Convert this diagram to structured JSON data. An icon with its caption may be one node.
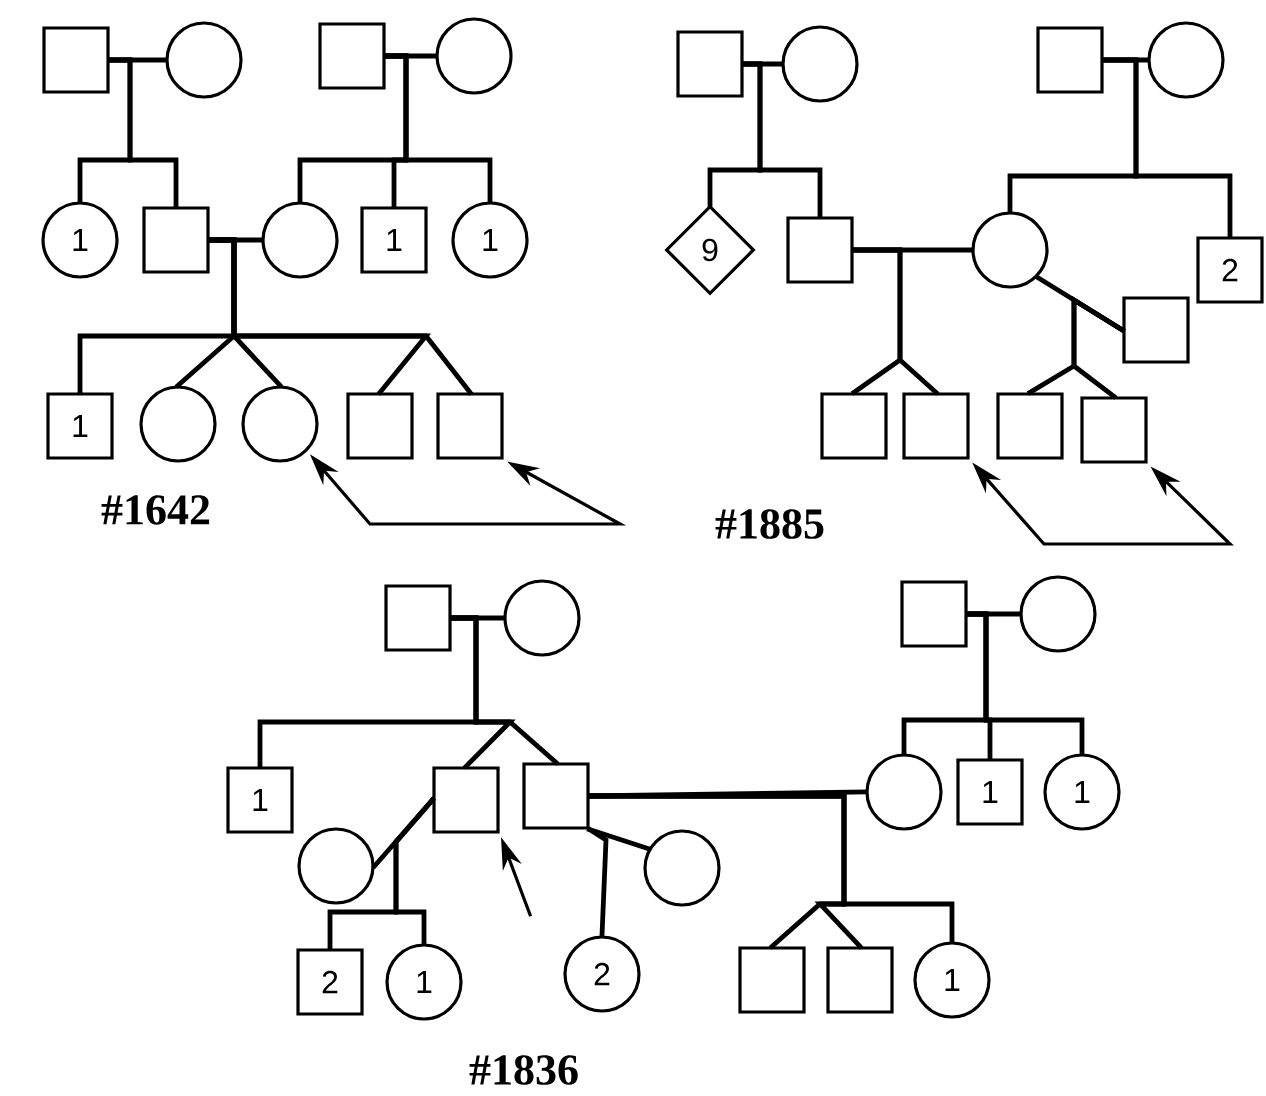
{
  "diagram": {
    "nodes": [
      {
        "text": [],
        "shape": "box"
      },
      {
        "text": [],
        "shape": "circle"
      },
      {
        "text": [],
        "shape": "box"
      },
      {
        "text": [],
        "shape": "circle"
      },
      {
        "text": [
          "1"
        ]
      },
      {
        "text": [],
        "shape": "box"
      },
      {
        "text": [],
        "shape": "circle"
      },
      {
        "text": [
          "1"
        ]
      },
      {
        "text": [
          "1"
        ]
      },
      {
        "text": [
          "1"
        ]
      },
      {
        "text": [],
        "shape": "circle"
      },
      {
        "text": [],
        "shape": "circle"
      },
      {
        "text": [],
        "shape": "box"
      },
      {
        "text": [],
        "shape": "box"
      },
      {
        "text": [],
        "shape": "box"
      },
      {
        "text": [],
        "shape": "circle"
      },
      {
        "text": [],
        "shape": "box"
      },
      {
        "text": [],
        "shape": "circle"
      },
      {
        "text": [
          "9"
        ]
      },
      {
        "text": [],
        "shape": "box"
      },
      {
        "text": [],
        "shape": "circle"
      },
      {
        "text": [
          "2"
        ]
      },
      {
        "text": [],
        "shape": "box"
      },
      {
        "text": [],
        "shape": "box"
      },
      {
        "text": [],
        "shape": "box"
      },
      {
        "text": [],
        "shape": "box"
      },
      {
        "text": [],
        "shape": "box"
      },
      {
        "text": [],
        "shape": "box"
      },
      {
        "text": [],
        "shape": "circle"
      },
      {
        "text": [],
        "shape": "box"
      },
      {
        "text": [],
        "shape": "circle"
      },
      {
        "text": [
          "1"
        ]
      },
      {
        "text": [],
        "shape": "box"
      },
      {
        "text": [],
        "shape": "box"
      },
      {
        "text": [],
        "shape": "circle"
      },
      {
        "text": [
          "1"
        ]
      },
      {
        "text": [
          "1"
        ]
      },
      {
        "text": [],
        "shape": "circle"
      },
      {
        "text": [],
        "shape": "circle"
      },
      {
        "text": [
          "2"
        ]
      },
      {
        "text": [
          "1"
        ]
      },
      {
        "text": [
          "2"
        ]
      },
      {
        "text": [],
        "shape": "box"
      },
      {
        "text": [],
        "shape": "box"
      },
      {
        "text": [
          "1"
        ]
      }
    ],
    "edges": [
      {
        "from": 0,
        "to": 1,
        "arrow": "none"
      },
      {
        "from": 0,
        "to": 4,
        "arrow": "none"
      },
      {
        "from": 0,
        "to": 5,
        "arrow": "none"
      },
      {
        "from": 2,
        "to": 3,
        "arrow": "none"
      },
      {
        "from": 2,
        "to": 6,
        "arrow": "none"
      },
      {
        "from": 2,
        "to": 7,
        "arrow": "none"
      },
      {
        "from": 2,
        "to": 8,
        "arrow": "none"
      },
      {
        "from": 5,
        "to": 6,
        "arrow": "none"
      },
      {
        "from": 5,
        "to": 9,
        "arrow": "none"
      },
      {
        "from": 5,
        "to": 10,
        "arrow": "none"
      },
      {
        "from": 5,
        "to": 11,
        "arrow": "none"
      },
      {
        "from": 5,
        "to": 12,
        "arrow": "none"
      },
      {
        "from": 5,
        "to": 13,
        "arrow": "none"
      },
      {
        "from": 11,
        "to": 13,
        "arrow": "both"
      },
      {
        "from": 14,
        "to": 15,
        "arrow": "none"
      },
      {
        "from": 14,
        "to": 18,
        "arrow": "none"
      },
      {
        "from": 14,
        "to": 19,
        "arrow": "none"
      },
      {
        "from": 16,
        "to": 17,
        "arrow": "none"
      },
      {
        "from": 16,
        "to": 20,
        "arrow": "none"
      },
      {
        "from": 16,
        "to": 21,
        "arrow": "none"
      },
      {
        "from": 19,
        "to": 20,
        "arrow": "none"
      },
      {
        "from": 19,
        "to": 23,
        "arrow": "none"
      },
      {
        "from": 19,
        "to": 24,
        "arrow": "none"
      },
      {
        "from": 20,
        "to": 22,
        "arrow": "none"
      },
      {
        "from": 22,
        "to": 25,
        "arrow": "none"
      },
      {
        "from": 22,
        "to": 26,
        "arrow": "none"
      },
      {
        "from": 24,
        "to": 26,
        "arrow": "both"
      },
      {
        "from": 27,
        "to": 28,
        "arrow": "none"
      },
      {
        "from": 27,
        "to": 31,
        "arrow": "none"
      },
      {
        "from": 27,
        "to": 32,
        "arrow": "none"
      },
      {
        "from": 27,
        "to": 33,
        "arrow": "none"
      },
      {
        "from": 29,
        "to": 30,
        "arrow": "none"
      },
      {
        "from": 29,
        "to": 34,
        "arrow": "none"
      },
      {
        "from": 29,
        "to": 35,
        "arrow": "none"
      },
      {
        "from": 29,
        "to": 36,
        "arrow": "none"
      },
      {
        "from": 32,
        "to": 37,
        "arrow": "none"
      },
      {
        "from": 32,
        "to": 39,
        "arrow": "none"
      },
      {
        "from": 32,
        "to": 40,
        "arrow": "none"
      },
      {
        "from": null,
        "to": 32,
        "arrow": "to"
      },
      {
        "from": 33,
        "to": 34,
        "arrow": "none"
      },
      {
        "from": 33,
        "to": 42,
        "arrow": "none"
      },
      {
        "from": 33,
        "to": 43,
        "arrow": "none"
      },
      {
        "from": 33,
        "to": 44,
        "arrow": "none"
      },
      {
        "from": 33,
        "to": 38,
        "arrow": "none"
      },
      {
        "from": 33,
        "to": 41,
        "arrow": "none"
      }
    ],
    "labels": [
      "#1642",
      "#1885",
      "#1836"
    ]
  }
}
